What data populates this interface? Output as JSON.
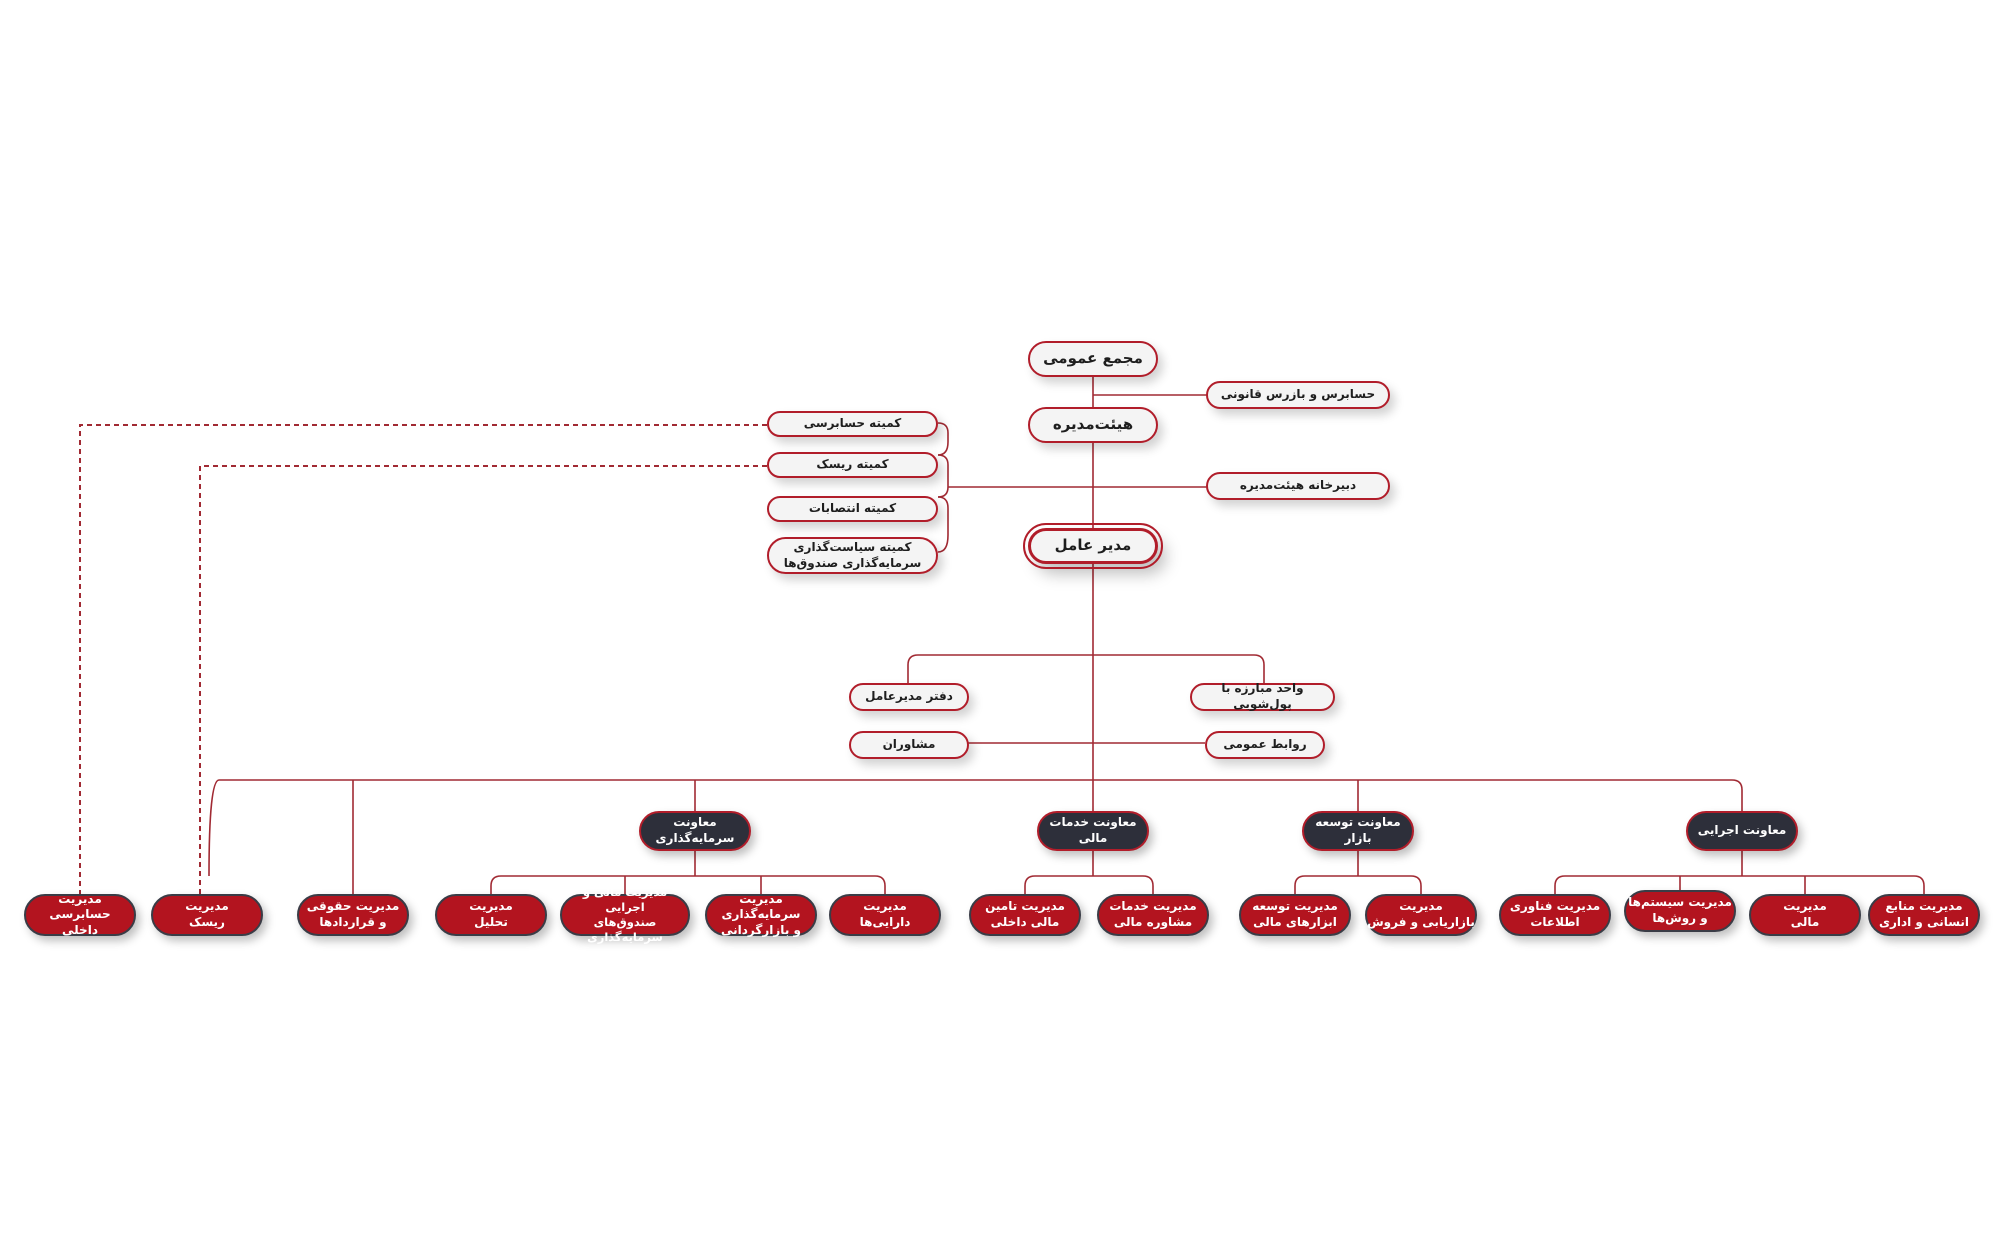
{
  "top": {
    "general_assembly": "مجمع عمومی",
    "auditor": "حسابرس و بازرس قانونی",
    "board": "هیئت‌مدیره",
    "board_secretariat": "دبیرخانه هیئت‌مدیره",
    "ceo": "مدیر عامل"
  },
  "committees": {
    "audit": "کمیته حسابرسی",
    "risk": "کمیته ریسک",
    "appointments": "کمیته انتصابات",
    "investment_policy": "کمیته سیاست‌گذاری\nسرمایه‌گذاری صندوق‌ها"
  },
  "staff": {
    "ceo_office": "دفتر مدیرعامل",
    "aml_unit": "واحد مبارزه با پول‌شویی",
    "advisors": "مشاوران",
    "public_relations": "روابط عمومی"
  },
  "deputies": {
    "investment": "معاونت سرمایه‌گذاری",
    "financial_services": "معاونت خدمات مالی",
    "market_development": "معاونت توسعه بازار",
    "executive": "معاونت اجرایی"
  },
  "departments": {
    "internal_audit": "مدیریت حسابرسی\nداخلی",
    "risk": "مدیریت\nریسک",
    "legal": "مدیریت حقوقی\nو قراردادها",
    "analysis": "مدیریت\nتحلیل",
    "fund_finance": "مدیریت مالی و اجرایی\nصندوق‌های سرمایه‌گذاری",
    "investment_marketing": "مدیریت سرمایه‌گذاری\nو بازارگردانی",
    "assets": "مدیریت\nدارایی‌ها",
    "internal_financing": "مدیریت تامین\nمالی داخلی",
    "advisory": "مدیریت خدمات\nمشاوره مالی",
    "financial_tools": "مدیریت توسعه\nابزارهای مالی",
    "marketing_sales": "مدیریت\nبازاریابی و فروش",
    "it": "مدیریت فناوری\nاطلاعات",
    "systems": "مدیریت سیستم‌ها\nو روش‌ها",
    "finance": "مدیریت\nمالی",
    "hr_admin": "مدیریت منابع\nانسانی و اداری"
  },
  "colors": {
    "line": "#a12a33",
    "border": "#b11d2a",
    "dark_fill": "#2d2f3a",
    "red_fill": "#b3141f"
  }
}
